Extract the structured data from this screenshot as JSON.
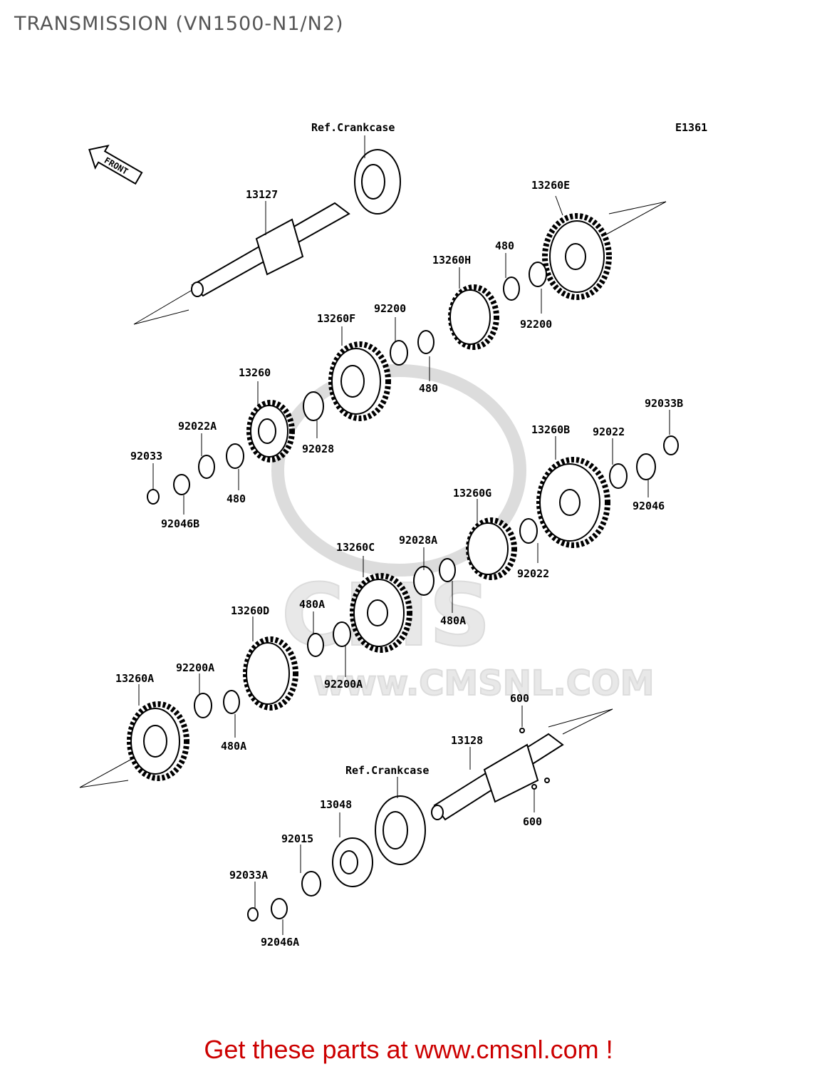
{
  "title": "TRANSMISSION (VN1500-N1/N2)",
  "diagram_code": "E1361",
  "front_label": "FRONT",
  "watermark": {
    "text": "www.CMSNL.COM",
    "brand": "CMS"
  },
  "parts": {
    "ref_crankcase_top": "Ref.Crankcase",
    "ref_crankcase_bottom": "Ref.Crankcase",
    "p13127": "13127",
    "p13260E": "13260E",
    "p480_a": "480",
    "p13260H": "13260H",
    "p92200_a": "92200",
    "p92200_b": "92200",
    "p13260F": "13260F",
    "p480_b": "480",
    "p13260": "13260",
    "p92028": "92028",
    "p92022A": "92022A",
    "p92033": "92033",
    "p480_c": "480",
    "p92046B": "92046B",
    "p92033B": "92033B",
    "p13260B": "13260B",
    "p92022_a": "92022",
    "p92046": "92046",
    "p13260G": "13260G",
    "p92028A": "92028A",
    "p92022_b": "92022",
    "p13260C": "13260C",
    "p480A_a": "480A",
    "p13260D": "13260D",
    "p480A_b": "480A",
    "p92200A_a": "92200A",
    "p92200A_b": "92200A",
    "p13260A": "13260A",
    "p480A_c": "480A",
    "p600_a": "600",
    "p13128": "13128",
    "p600_b": "600",
    "p13048": "13048",
    "p92015": "92015",
    "p92033A": "92033A",
    "p92046A": "92046A"
  },
  "footer_link": "Get these parts at www.cmsnl.com !",
  "colors": {
    "footer": "#cc0000",
    "title": "#555555",
    "watermark": "#e6e6e6"
  }
}
